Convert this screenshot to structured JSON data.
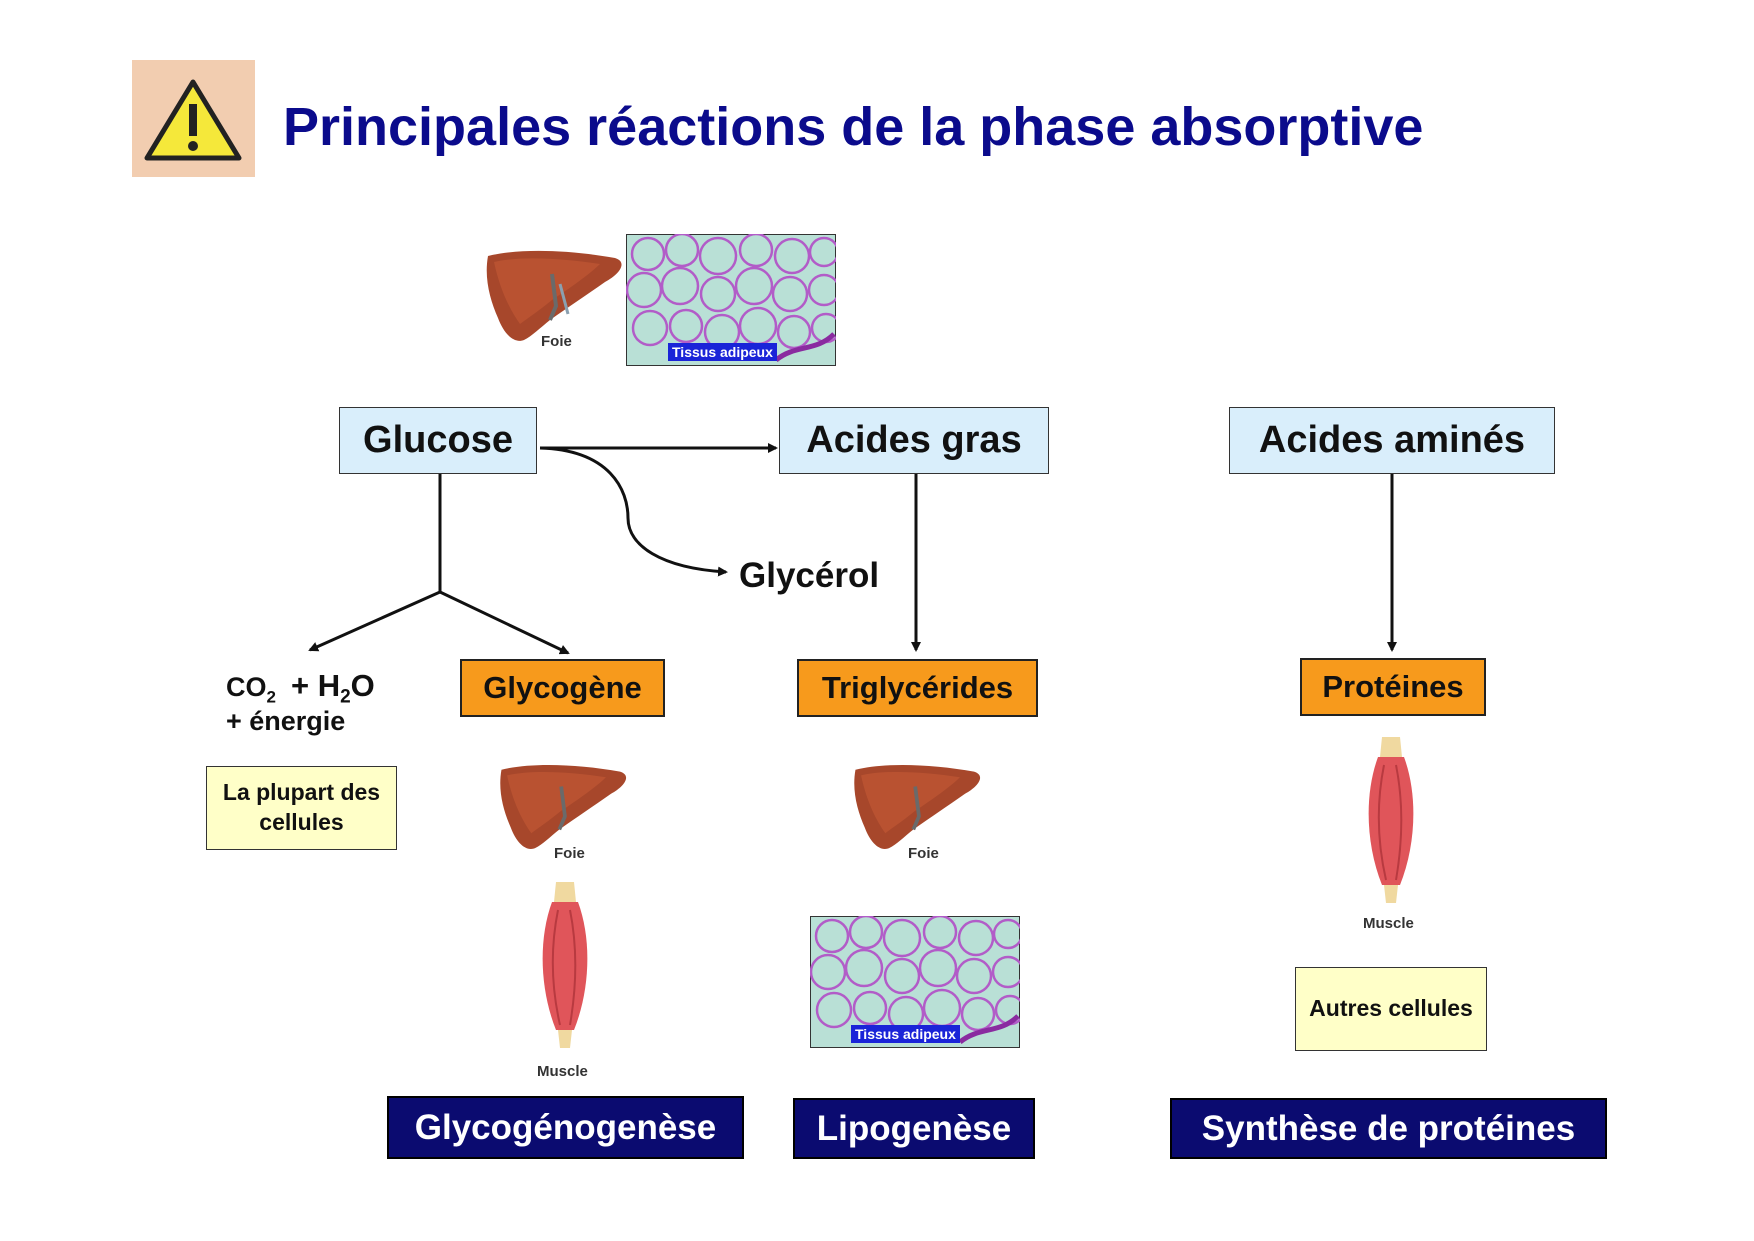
{
  "title": "Principales réactions de la phase absorptive",
  "icons": {
    "warning": "warning-triangle-icon",
    "liver": "liver-icon",
    "muscle": "muscle-icon",
    "adipose": "adipose-tissue-icon"
  },
  "colors": {
    "title": "#0b0b8c",
    "substrate_box": "#d9eefb",
    "product_box": "#f79a1c",
    "cell_box": "#ffffc8",
    "process_box": "#0b0b70"
  },
  "substrates": {
    "glucose": "Glucose",
    "acides_gras": "Acides gras",
    "acides_amines": "Acides aminés"
  },
  "intermediate": {
    "glycerol": "Glycérol"
  },
  "oxidation": {
    "co2": "CO",
    "co2_sub": "2",
    "plus1": "+ H",
    "h2o_sub": "2",
    "o": "O",
    "energy": "+ énergie"
  },
  "products": {
    "glycogene": "Glycogène",
    "triglycerides": "Triglycérides",
    "proteines": "Protéines"
  },
  "cells": {
    "plupart": "La plupart des cellules",
    "autres": "Autres cellules"
  },
  "captions": {
    "foie": "Foie",
    "muscle": "Muscle",
    "tissus": "Tissus adipeux"
  },
  "processes": {
    "glycogenogenese": "Glycogénogenèse",
    "lipogenese": "Lipogenèse",
    "synthese": "Synthèse de protéines"
  }
}
